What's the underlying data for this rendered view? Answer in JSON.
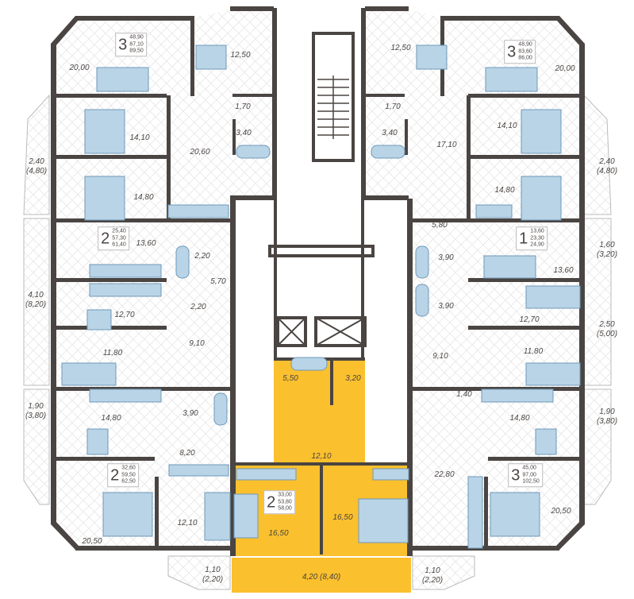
{
  "colors": {
    "wall": "#4a4542",
    "floor": "#ffffff",
    "furniture": "#b9d4e6",
    "furniture_dark": "#6f99ba",
    "highlight": "#fbc02d"
  },
  "apartments": [
    {
      "id": "top-left",
      "rooms": "3",
      "areas": [
        "48,90",
        "87,10",
        "89,50"
      ],
      "room_labels": [
        "20,00",
        "12,50",
        "1,70",
        "3,40",
        "20,60",
        "14,10",
        "14,80"
      ],
      "balcony": [
        "2,40",
        "(4,80)"
      ]
    },
    {
      "id": "top-right",
      "rooms": "3",
      "areas": [
        "48,90",
        "83,60",
        "86,00"
      ],
      "room_labels": [
        "20,00",
        "12,50",
        "1,70",
        "3,40",
        "17,10",
        "14,10",
        "14,80"
      ],
      "balcony": [
        "2,40",
        "(4,80)"
      ]
    },
    {
      "id": "right-one",
      "rooms": "1",
      "areas": [
        "13,60",
        "23,30",
        "24,90"
      ],
      "room_labels": [
        "5,80",
        "3,90",
        "13,60"
      ],
      "balcony": [
        "1,60",
        "(3,20)"
      ]
    },
    {
      "id": "left-middle",
      "rooms": "2",
      "areas": [
        "25,40",
        "57,30",
        "61,40"
      ],
      "room_labels": [
        "13,60",
        "2,20",
        "5,70",
        "2,20",
        "12,70",
        "11,80",
        "9,10"
      ],
      "balcony": [
        "4,10",
        "(8,20)"
      ]
    },
    {
      "id": "right-middle",
      "rooms": "",
      "areas": [],
      "room_labels": [
        "3,90",
        "12,70",
        "9,10",
        "11,80"
      ],
      "balcony": [
        "2,50",
        "(5,00)"
      ]
    },
    {
      "id": "left-bottom",
      "rooms": "2",
      "areas": [
        "32,60",
        "59,50",
        "62,50"
      ],
      "room_labels": [
        "14,80",
        "3,90",
        "8,20",
        "12,10",
        "20,50"
      ],
      "balcony": [
        "1,90",
        "(3,80)"
      ],
      "balcony2": [
        "1,10",
        "(2,20)"
      ]
    },
    {
      "id": "center-highlighted",
      "rooms": "2",
      "areas": [
        "33,00",
        "53,80",
        "58,00"
      ],
      "room_labels": [
        "5,50",
        "3,20",
        "12,10",
        "16,50",
        "16,50"
      ],
      "balcony": [
        "4,20 (8,40)"
      ]
    },
    {
      "id": "right-bottom",
      "rooms": "3",
      "areas": [
        "45,00",
        "97,00",
        "102,50"
      ],
      "room_labels": [
        "14,80",
        "1,40",
        "22,80",
        "20,50"
      ],
      "balcony": [
        "1,90",
        "(3,80)"
      ],
      "balcony2": [
        "1,10",
        "(2,20)"
      ]
    }
  ]
}
